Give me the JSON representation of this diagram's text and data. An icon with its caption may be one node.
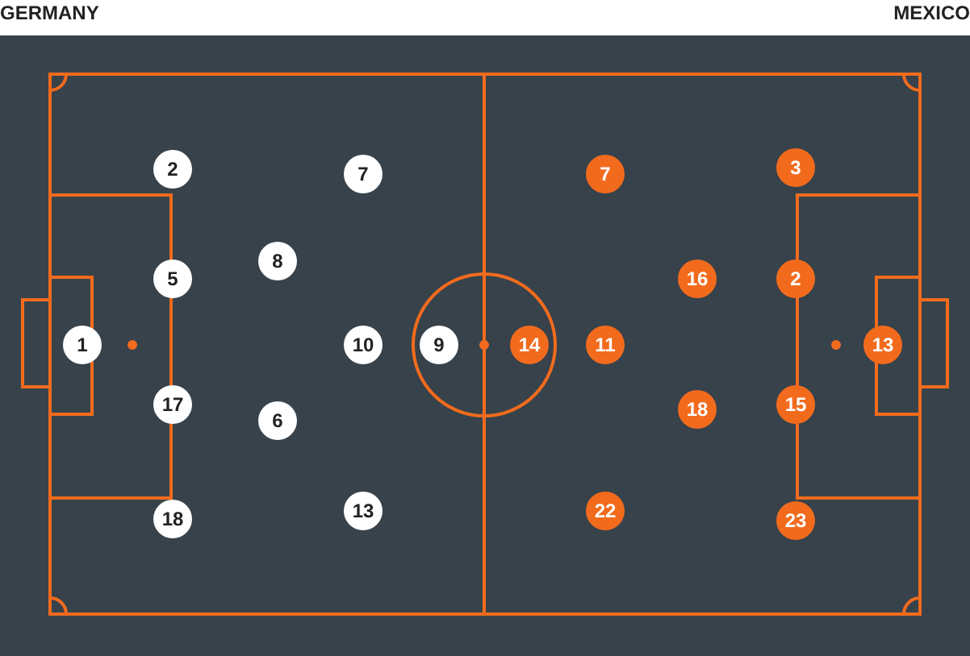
{
  "diagram": {
    "nodes": [
      {
        "text": [
          "2"
        ]
      },
      {
        "text": [
          "7"
        ]
      },
      {
        "text": [
          "5"
        ]
      },
      {
        "text": [
          "8"
        ]
      },
      {
        "text": [
          "1"
        ]
      },
      {
        "text": [
          "10"
        ]
      },
      {
        "text": [
          "9"
        ]
      },
      {
        "text": [
          "17"
        ]
      },
      {
        "text": [
          "6"
        ]
      },
      {
        "text": [
          "13"
        ]
      },
      {
        "text": [
          "18"
        ]
      },
      {
        "text": [
          "7"
        ]
      },
      {
        "text": [
          "3"
        ]
      },
      {
        "text": [
          "16"
        ]
      },
      {
        "text": [
          "2"
        ]
      },
      {
        "text": [
          "14"
        ]
      },
      {
        "text": [
          "11"
        ]
      },
      {
        "text": [
          "13"
        ]
      },
      {
        "text": [
          "18"
        ]
      },
      {
        "text": [
          "15"
        ]
      },
      {
        "text": [
          "22"
        ]
      },
      {
        "text": [
          "23"
        ]
      }
    ],
    "labels": [
      "GERMANY",
      "MEXICO"
    ]
  }
}
